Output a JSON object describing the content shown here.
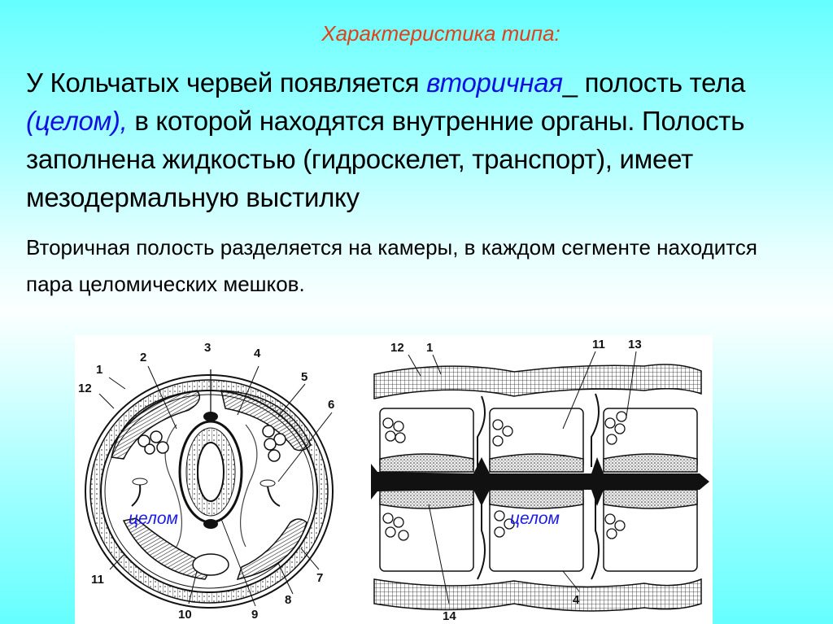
{
  "slide": {
    "title": "Характеристика типа:",
    "main_paragraph": {
      "part1": "У Кольчатых червей появляется ",
      "highlight1": "вторичная",
      "part2": "_ полость тела ",
      "highlight2": "(целом),",
      "part3": " в которой находятся внутренние органы. Полость заполнена жидкостью (гидроскелет, транспорт), имеет мезодермальную выстилку"
    },
    "sub_paragraph": "Вторичная полость разделяется на камеры, в каждом сегменте находится пара целомических мешков.",
    "colors": {
      "title": "#e0401a",
      "highlight": "#1010e0",
      "background_top": "#66ffff",
      "background_mid": "#fbffff"
    }
  },
  "figures": {
    "cross_section": {
      "labels": [
        "1",
        "2",
        "3",
        "4",
        "5",
        "6",
        "7",
        "8",
        "9",
        "10",
        "11",
        "12"
      ],
      "coelom_label": "целом"
    },
    "longitudinal_section": {
      "labels": [
        "12",
        "1",
        "11",
        "13",
        "14",
        "4"
      ],
      "coelom_label": "целом"
    }
  }
}
